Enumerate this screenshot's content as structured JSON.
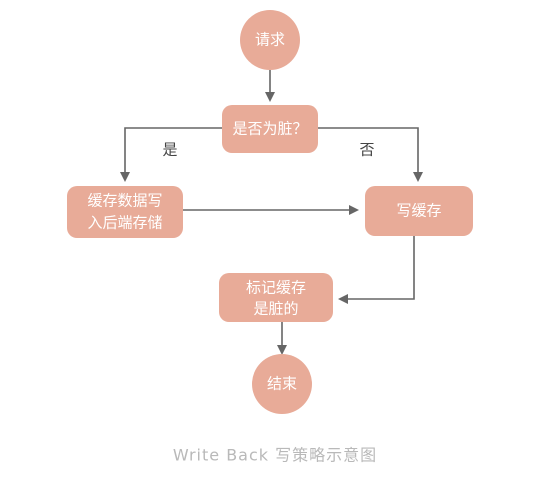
{
  "diagram": {
    "colors": {
      "node_fill": "#e8ab98",
      "node_text": "#ffffff",
      "edge": "#666666",
      "label": "#444444",
      "caption": "#b9b9b9"
    },
    "nodes": {
      "start": "请求",
      "decision": "是否为脏？",
      "write_backend_line1": "缓存数据写",
      "write_backend_line2": "入后端存储",
      "write_cache": "写缓存",
      "mark_dirty_line1": "标记缓存",
      "mark_dirty_line2": "是脏的",
      "end": "结束"
    },
    "edge_labels": {
      "yes": "是",
      "no": "否"
    },
    "caption": "Write Back 写策略示意图"
  }
}
